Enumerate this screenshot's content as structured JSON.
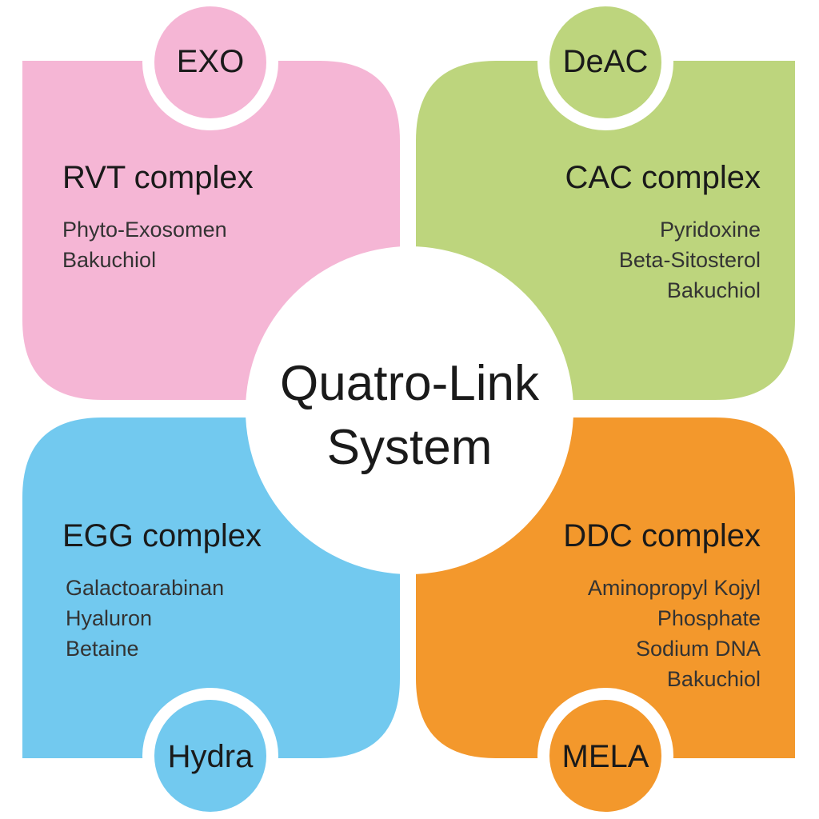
{
  "center": {
    "line1": "Quatro-Link",
    "line2": "System"
  },
  "quadrants": {
    "top_left": {
      "badge": "EXO",
      "title": "RVT complex",
      "items": [
        "Phyto-Exosomen",
        "Bakuchiol"
      ],
      "color": "#f5b6d5"
    },
    "top_right": {
      "badge": "DeAC",
      "title": "CAC complex",
      "items": [
        "Pyridoxine",
        "Beta-Sitosterol",
        "Bakuchiol"
      ],
      "color": "#bdd57d"
    },
    "bottom_left": {
      "badge": "Hydra",
      "title": "EGG complex",
      "items": [
        "Galactoarabinan",
        "Hyaluron",
        "Betaine"
      ],
      "color": "#72c9ef"
    },
    "bottom_right": {
      "badge": "MELA",
      "title": "DDC complex",
      "items": [
        "Aminopropyl Kojyl",
        "Phosphate",
        "Sodium DNA",
        "Bakuchiol"
      ],
      "color": "#f3982c"
    }
  }
}
